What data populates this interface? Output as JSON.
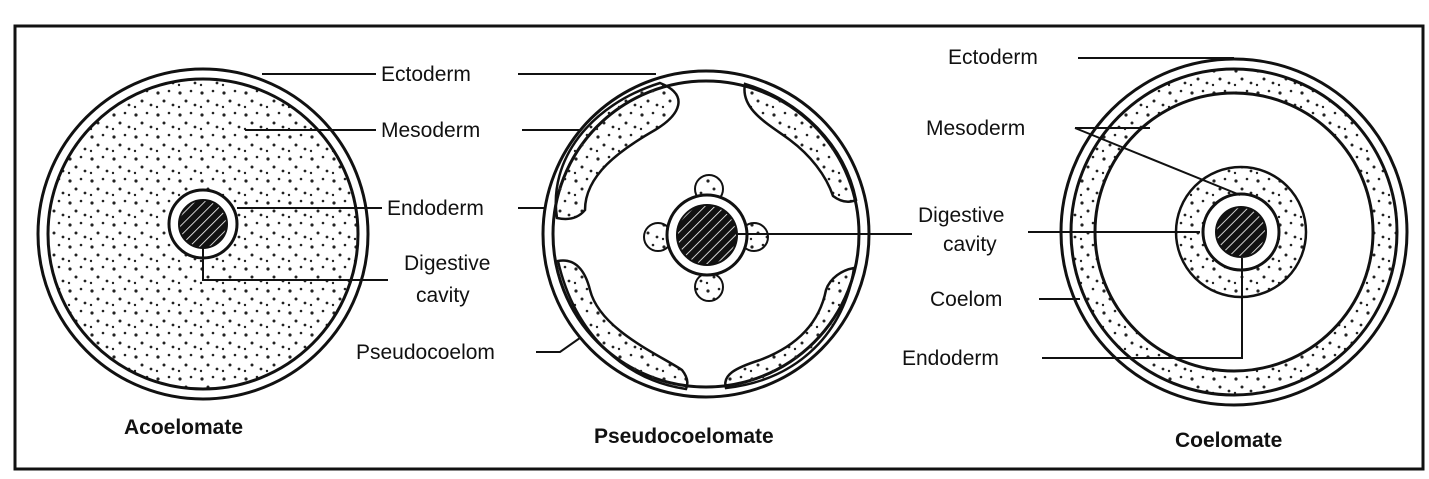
{
  "panels": [
    {
      "caption": "Acoelomate",
      "labels": {
        "ectoderm": "Ectoderm",
        "mesoderm": "Mesoderm",
        "endoderm": "Endoderm",
        "digestive_line1": "Digestive",
        "digestive_line2": "cavity"
      }
    },
    {
      "caption": "Pseudocoelomate",
      "labels": {
        "pseudocoelom": "Pseudocoelom"
      }
    },
    {
      "caption": "Coelomate",
      "labels": {
        "ectoderm": "Ectoderm",
        "mesoderm": "Mesoderm",
        "digestive_line1": "Digestive",
        "digestive_line2": "cavity",
        "coelom": "Coelom",
        "endoderm": "Endoderm"
      }
    }
  ],
  "colors": {
    "ink": "#111111",
    "paper": "#ffffff",
    "stipple": "#222222"
  }
}
